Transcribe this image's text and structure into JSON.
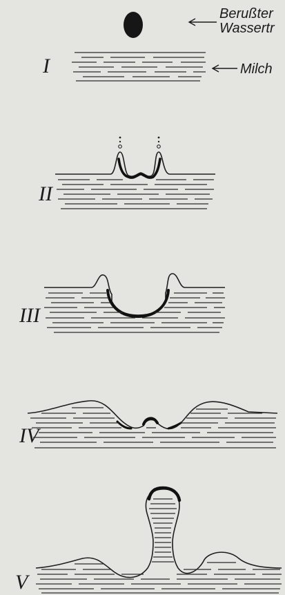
{
  "annotations": {
    "drop_label_line1": "Berußter",
    "drop_label_line2": "Wassertr",
    "milk_label": "Milch"
  },
  "stages": [
    {
      "label": "I"
    },
    {
      "label": "II"
    },
    {
      "label": "III"
    },
    {
      "label": "IV"
    },
    {
      "label": "V"
    }
  ]
}
